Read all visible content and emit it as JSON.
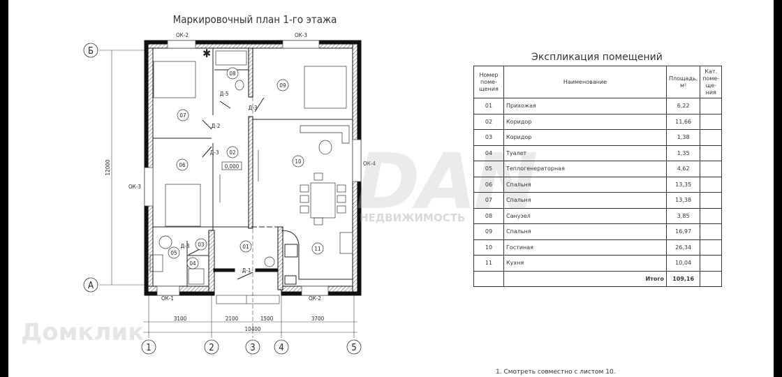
{
  "plan": {
    "title": "Маркировочный план 1-го этажа",
    "axes_rows": [
      "Б",
      "А"
    ],
    "axes_cols": [
      "1",
      "2",
      "3",
      "4",
      "5"
    ],
    "dims": [
      "3100",
      "2100",
      "1500",
      "3700"
    ],
    "total_width": "10400",
    "total_height": "12000",
    "level_mark": "0,000",
    "rooms": [
      "07",
      "06",
      "02",
      "08",
      "09",
      "10",
      "11",
      "01",
      "05",
      "03",
      "04"
    ],
    "doors": [
      "Д-5",
      "Д-3",
      "Д-2",
      "Д-3",
      "Д-3",
      "Д-1"
    ],
    "windows": [
      "ОК-2",
      "ОК-3",
      "ОК-3",
      "ОК-4",
      "ОК-1",
      "ОК-2"
    ]
  },
  "explication": {
    "title": "Экспликация помещений",
    "headers": [
      "Номер поме- щения",
      "Наименование",
      "Площадь, м²",
      "Кат. поме- ще- ния"
    ],
    "rows": [
      {
        "num": "01",
        "name": "Прихожая",
        "area": "6,22"
      },
      {
        "num": "02",
        "name": "Коридор",
        "area": "11,66"
      },
      {
        "num": "03",
        "name": "Коридор",
        "area": "1,38"
      },
      {
        "num": "04",
        "name": "Туалет",
        "area": "1,35"
      },
      {
        "num": "05",
        "name": "Теплогенераторная",
        "area": "4,62"
      },
      {
        "num": "06",
        "name": "Спальня",
        "area": "13,35"
      },
      {
        "num": "07",
        "name": "Спальня",
        "area": "13,38"
      },
      {
        "num": "08",
        "name": "Санузел",
        "area": "3,85"
      },
      {
        "num": "09",
        "name": "Спальня",
        "area": "16,97"
      },
      {
        "num": "10",
        "name": "Гостиная",
        "area": "26,34"
      },
      {
        "num": "11",
        "name": "Кухня",
        "area": "10,04"
      }
    ],
    "total_label": "Итого",
    "total_area": "109,16"
  },
  "footnote": "1. Смотреть совместно с листом 10.",
  "watermarks": [
    "Домклик",
    "DAN",
    "НЕДВИЖИМОСТЬ"
  ]
}
